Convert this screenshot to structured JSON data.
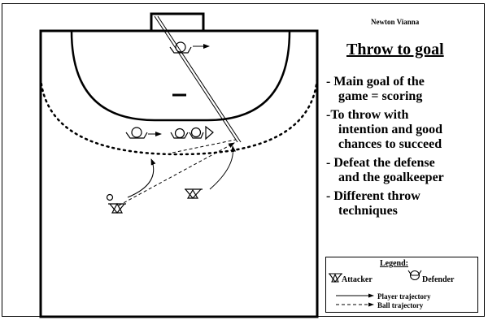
{
  "author": "Newton Vianna",
  "title": "Throw to goal",
  "bullets": [
    {
      "first": "- Main goal of the",
      "cont": "game = scoring"
    },
    {
      "first": "-To throw with",
      "cont": "intention and good"
    },
    {
      "first": "",
      "cont": "chances to succeed"
    },
    {
      "first": "- Defeat the defense",
      "cont": "and the goalkeeper"
    },
    {
      "first": "- Different throw",
      "cont": "techniques"
    }
  ],
  "legend": {
    "title": "Legend:",
    "attacker": "Attacker",
    "defender": "Defender",
    "player_trajectory": "Player trajectory",
    "ball_trajectory": "Ball trajectory"
  },
  "icons": [
    "attacker-icon",
    "defender-icon",
    "arrow-icon"
  ],
  "colors": {
    "ink": "#000000",
    "background": "#ffffff"
  }
}
